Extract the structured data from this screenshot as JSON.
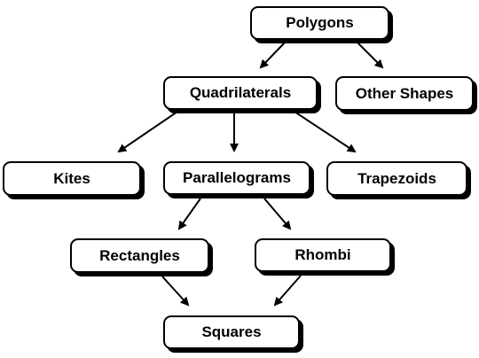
{
  "diagram": {
    "nodes": {
      "polygons": "Polygons",
      "quadrilaterals": "Quadrilaterals",
      "other_shapes": "Other Shapes",
      "kites": "Kites",
      "parallelograms": "Parallelograms",
      "trapezoids": "Trapezoids",
      "rectangles": "Rectangles",
      "rhombi": "Rhombi",
      "squares": "Squares"
    },
    "edges": [
      {
        "from": "Polygons",
        "to": "Quadrilaterals"
      },
      {
        "from": "Polygons",
        "to": "Other Shapes"
      },
      {
        "from": "Quadrilaterals",
        "to": "Kites"
      },
      {
        "from": "Quadrilaterals",
        "to": "Parallelograms"
      },
      {
        "from": "Quadrilaterals",
        "to": "Trapezoids"
      },
      {
        "from": "Parallelograms",
        "to": "Rectangles"
      },
      {
        "from": "Parallelograms",
        "to": "Rhombi"
      },
      {
        "from": "Rectangles",
        "to": "Squares"
      },
      {
        "from": "Rhombi",
        "to": "Squares"
      }
    ],
    "colors": {
      "line": "#000000",
      "box_fill": "#ffffff",
      "text": "#000000"
    }
  }
}
